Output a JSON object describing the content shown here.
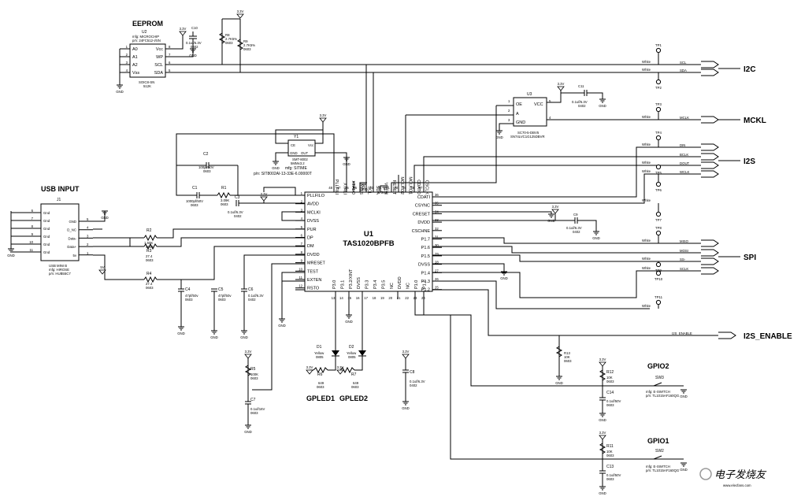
{
  "headings": {
    "eeprom": "EEPROM",
    "usb_input": "USB INPUT",
    "gpled1": "GPLED1",
    "gpled2": "GPLED2",
    "gpio2": "GPIO2",
    "gpio1": "GPIO1"
  },
  "buses": {
    "i2c": "I2C",
    "mckl": "MCKL",
    "i2s": "I2S",
    "spi": "SPI",
    "i2s_enable": "I2S_ENABLE"
  },
  "net_labels": {
    "scl": "SCL",
    "sda": "SDA",
    "mclk": "MCLK",
    "din": "DIN",
    "bclk": "BCLK",
    "dout": "DOUT",
    "wclk": "WCLK",
    "miso": "MISO",
    "mosi": "MOSI",
    "ss": "SS-",
    "sclk": "SCLK",
    "i2s_enable": "I2S_ENABLE",
    "white": "White"
  },
  "power": {
    "v33": "3.3V",
    "v5": "5V",
    "gnd": "GND"
  },
  "test_points": [
    "TP1",
    "TP2",
    "TP3",
    "TP4",
    "TP5",
    "TP6",
    "TP7",
    "TP8",
    "TP9",
    "TP10",
    "TP11"
  ],
  "u1": {
    "ref": "U1",
    "part": "TAS1020BPFB",
    "left_pins": [
      {
        "num": "1",
        "name": "PLLFILO"
      },
      {
        "num": "2",
        "name": "AVDD"
      },
      {
        "num": "3",
        "name": "MCLKI"
      },
      {
        "num": "4",
        "name": "DVSS"
      },
      {
        "num": "5",
        "name": "PUR"
      },
      {
        "num": "6",
        "name": "DP"
      },
      {
        "num": "7",
        "name": "DM"
      },
      {
        "num": "8",
        "name": "DVDD"
      },
      {
        "num": "9",
        "name": "MRESET"
      },
      {
        "num": "10",
        "name": "TEST"
      },
      {
        "num": "11",
        "name": "EXTEN"
      },
      {
        "num": "12",
        "name": "RSTO"
      }
    ],
    "right_pins": [
      {
        "num": "36",
        "name": "CDATI"
      },
      {
        "num": "35",
        "name": "CSYNC"
      },
      {
        "num": "34",
        "name": "CRESET"
      },
      {
        "num": "33",
        "name": "DVDD"
      },
      {
        "num": "32",
        "name": "CSCHNE"
      },
      {
        "num": "31",
        "name": "P1.7"
      },
      {
        "num": "30",
        "name": "P1.6"
      },
      {
        "num": "29",
        "name": "P1.5"
      },
      {
        "num": "28",
        "name": "DVSS"
      },
      {
        "num": "27",
        "name": "P1.4"
      },
      {
        "num": "26",
        "name": "P1.3"
      },
      {
        "num": "25",
        "name": "P1.2"
      }
    ],
    "top_pins": [
      {
        "num": "48",
        "name": "PLLFILI"
      },
      {
        "num": "47",
        "name": "XTALI"
      },
      {
        "num": "46",
        "name": "XTALO"
      },
      {
        "num": "45",
        "name": "AVSS"
      },
      {
        "num": "44",
        "name": "SCL"
      },
      {
        "num": "43",
        "name": "SDA"
      },
      {
        "num": "42",
        "name": "VREN"
      },
      {
        "num": "41",
        "name": "RESET"
      },
      {
        "num": "40",
        "name": "MCLKO2"
      },
      {
        "num": "39",
        "name": "MCLKO1"
      },
      {
        "num": "38",
        "name": "CDATO"
      },
      {
        "num": "37",
        "name": "CSCLK"
      }
    ],
    "bottom_pins": [
      {
        "num": "13",
        "name": "P3.0"
      },
      {
        "num": "14",
        "name": "P3.1"
      },
      {
        "num": "15",
        "name": "P3.2/XINT"
      },
      {
        "num": "16",
        "name": "DVSS"
      },
      {
        "num": "17",
        "name": "P3.3"
      },
      {
        "num": "18",
        "name": "P3.4"
      },
      {
        "num": "19",
        "name": "P3.5"
      },
      {
        "num": "20",
        "name": "NC"
      },
      {
        "num": "21",
        "name": "DVDD"
      },
      {
        "num": "22",
        "name": "NC"
      },
      {
        "num": "23",
        "name": "P1.0"
      },
      {
        "num": "24",
        "name": "P1.1"
      }
    ]
  },
  "u2": {
    "ref": "U2",
    "mfg": "mfg: MICROCHIP",
    "pn": "p/n: 24FC512-I/SN",
    "pkg": "SOIC8-SN",
    "size": "512K",
    "left_pins": [
      {
        "num": "1",
        "name": "A0"
      },
      {
        "num": "2",
        "name": "A1"
      },
      {
        "num": "3",
        "name": "A2"
      },
      {
        "num": "4",
        "name": "Vss"
      }
    ],
    "right_pins": [
      {
        "num": "8",
        "name": "Vcc"
      },
      {
        "num": "7",
        "name": "WP"
      },
      {
        "num": "6",
        "name": "SCL"
      },
      {
        "num": "5",
        "name": "SDA"
      }
    ]
  },
  "u3": {
    "ref": "U3",
    "pkg": "SC70-5-DBV5",
    "pn": "SN74LVC1G125DBVR",
    "pins": [
      {
        "num": "1",
        "name": "OE"
      },
      {
        "num": "2",
        "name": "A"
      },
      {
        "num": "3",
        "name": "GND"
      },
      {
        "num": "5",
        "name": "VCC"
      },
      {
        "num": "4",
        "name": "Y"
      }
    ]
  },
  "y1": {
    "ref": "Y1",
    "pins": [
      {
        "num": "1",
        "name": "CE"
      },
      {
        "num": "2",
        "name": "GND"
      },
      {
        "num": "3",
        "name": "OUT"
      },
      {
        "num": "4",
        "name": "Vcc"
      }
    ],
    "pkg": "SMT-8002",
    "size": "5MMx3.2",
    "mfg": "mfg: SITIME",
    "pn": "p/n: SIT8002AI-13-33E-6.00000T"
  },
  "j1": {
    "ref": "J1",
    "pins": [
      {
        "num": "6",
        "name": "Gnd"
      },
      {
        "num": "7",
        "name": "Gnd"
      },
      {
        "num": "8",
        "name": "Gnd"
      },
      {
        "num": "9",
        "name": "Gnd"
      },
      {
        "num": "10",
        "name": "Gnd"
      },
      {
        "num": "11",
        "name": "Gnd"
      },
      {
        "num": "5",
        "name": "GND"
      },
      {
        "num": "4",
        "name": "D_NC"
      },
      {
        "num": "3",
        "name": "Data-"
      },
      {
        "num": "2",
        "name": "Data+"
      },
      {
        "num": "1",
        "name": "5v"
      }
    ],
    "type": "USB MINI B",
    "mfg": "mfg: HIROSE",
    "pn": "p/n: HUB55C7"
  },
  "resistors": [
    {
      "ref": "R1",
      "value": "3.09K",
      "pkg": "0603"
    },
    {
      "ref": "R2",
      "value": "1.50K",
      "pkg": "0603"
    },
    {
      "ref": "R3",
      "value": "27.4",
      "pkg": "0603"
    },
    {
      "ref": "R4",
      "value": "27.4",
      "pkg": "0603"
    },
    {
      "ref": "R5",
      "value": "100K",
      "pkg": "0603"
    },
    {
      "ref": "R6",
      "value": "649",
      "pkg": "0603"
    },
    {
      "ref": "R7",
      "value": "649",
      "pkg": "0603"
    },
    {
      "ref": "R8",
      "value": "2.7K5%",
      "pkg": "0603"
    },
    {
      "ref": "R9",
      "value": "2.7K5%",
      "pkg": "0603"
    },
    {
      "ref": "R11",
      "value": "10K",
      "pkg": "0603"
    },
    {
      "ref": "R12",
      "value": "10K",
      "pkg": "0603"
    },
    {
      "ref": "R13",
      "value": "10K",
      "pkg": "0603"
    }
  ],
  "capacitors": [
    {
      "ref": "C1",
      "value": "1000pf/50V",
      "pkg": "0603"
    },
    {
      "ref": "C2",
      "value": "100pf/50V",
      "pkg": "0603"
    },
    {
      "ref": "C3",
      "value": "0.1uf/6.3V",
      "pkg": "0402"
    },
    {
      "ref": "C4",
      "value": "47pf/50v",
      "pkg": "0603"
    },
    {
      "ref": "C5",
      "value": "47pf/50v",
      "pkg": "0603"
    },
    {
      "ref": "C6",
      "value": "0.1uf/6.3V",
      "pkg": "0402"
    },
    {
      "ref": "C7",
      "value": "0.1uf/16V",
      "pkg": "0603"
    },
    {
      "ref": "C8",
      "value": "0.1uf/6.3V",
      "pkg": "0402"
    },
    {
      "ref": "C9",
      "value": "0.1uf/6.3V",
      "pkg": "0402"
    },
    {
      "ref": "C10",
      "value": "0.1uf/6.3V",
      "pkg": "0402"
    },
    {
      "ref": "C11",
      "value": "0.1uf/6.3V",
      "pkg": "0402"
    },
    {
      "ref": "C13",
      "value": "0.1uf/50V",
      "pkg": "0603"
    },
    {
      "ref": "C14",
      "value": "0.1uf/50V",
      "pkg": "0603"
    }
  ],
  "leds": [
    {
      "ref": "D1",
      "color": "Yellow",
      "pkg": "0805"
    },
    {
      "ref": "D2",
      "color": "Yellow",
      "pkg": "0805"
    }
  ],
  "switches": [
    {
      "ref": "SW3",
      "type": "E-SWITCH",
      "mfg": "mfg: E-SWITCH",
      "pn": "p/n: TL1015AF160QG"
    },
    {
      "ref": "SW2",
      "type": "E-SWITCH",
      "mfg": "mfg: E-SWITCH",
      "pn": "p/n: TL1015AF160QG"
    }
  ],
  "watermark": "电子发烧友",
  "watermark_url": "www.elecfans.com"
}
